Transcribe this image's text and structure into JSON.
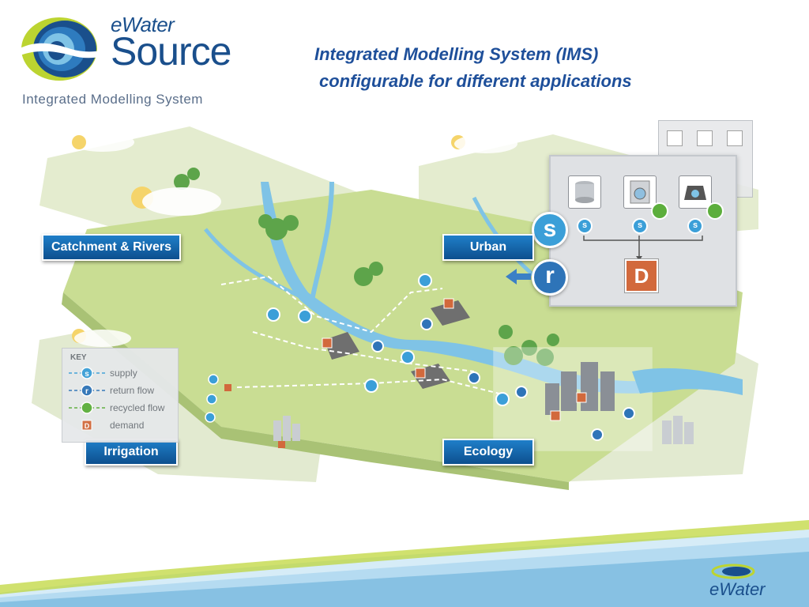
{
  "logo": {
    "ewater": "eWater",
    "source": "Source",
    "tagline": "Integrated Modelling System"
  },
  "title": {
    "line1": "Integrated Modelling System (IMS)",
    "line2": "configurable for different applications"
  },
  "labels": {
    "catchment": "Catchment & Rivers",
    "urban": "Urban",
    "irrigation": "Irrigation",
    "ecology": "Ecology"
  },
  "key": {
    "title": "KEY",
    "items": [
      {
        "label": "supply",
        "symbol": "s"
      },
      {
        "label": "return flow",
        "symbol": "r"
      },
      {
        "label": "recycled flow",
        "symbol": "recycle-icon"
      },
      {
        "label": "demand",
        "symbol": "D"
      }
    ]
  },
  "urban_panel": {
    "big_supply": "s",
    "big_return": "r",
    "demand": "D",
    "node_symbol": "s"
  },
  "map_markers": {
    "supply": "s",
    "return": "r",
    "demand": "D"
  },
  "footer": {
    "brand": "eWater"
  },
  "colors": {
    "title_blue": "#1e4f9a",
    "label_blue": "#1465a8",
    "supply_blue": "#3b9fd8",
    "demand_orange": "#d2693c",
    "recycle_green": "#5cae3c",
    "land_green": "#c9dd93",
    "water_blue": "#7fc3e6"
  }
}
